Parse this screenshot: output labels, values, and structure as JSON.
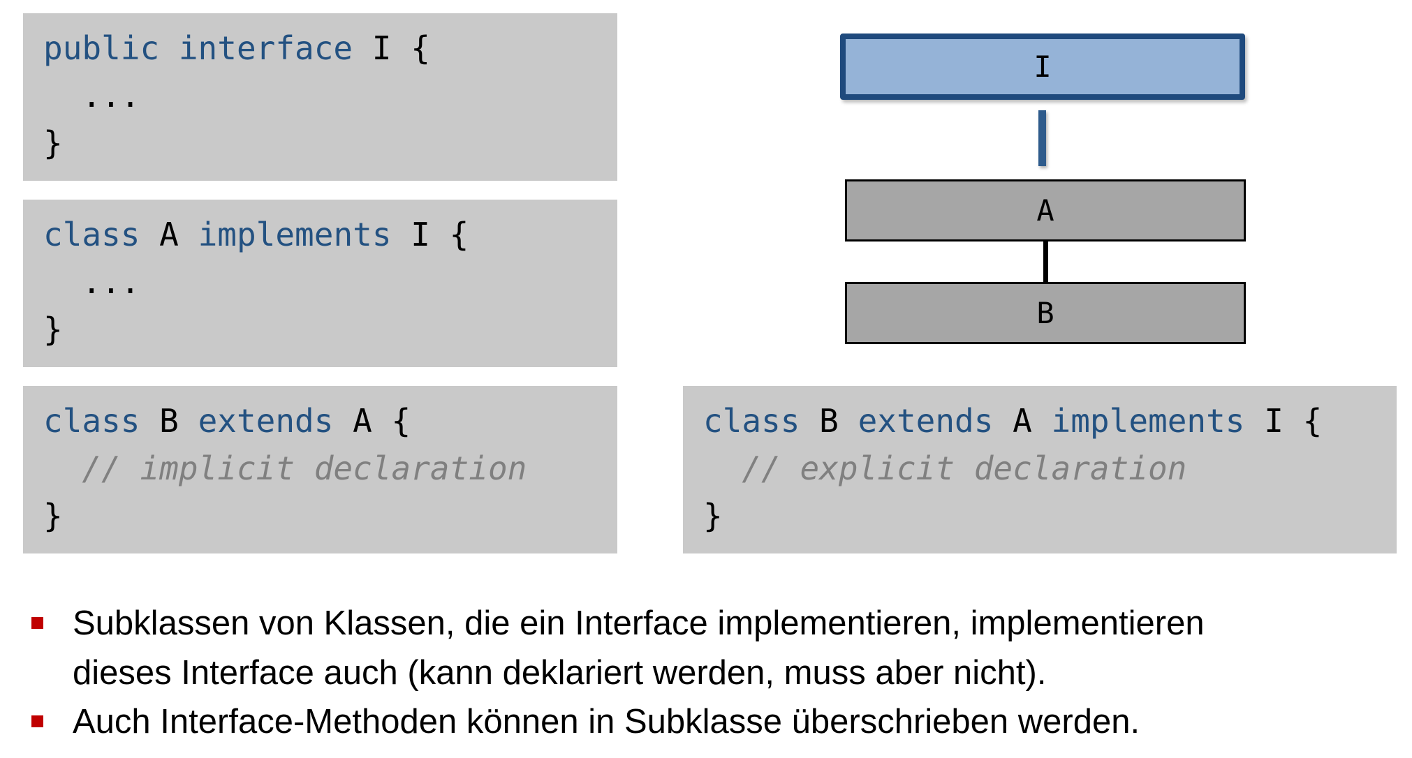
{
  "colors": {
    "keyword_blue": "#235181",
    "comment_gray": "#808080",
    "code_box_bg": "#C9C9C9",
    "class_node_bg": "#A6A6A6",
    "interface_node_bg": "#95B3D7",
    "interface_border_blue": "#1F4A7D",
    "connector_blue": "#2E5B8C",
    "bullet_red": "#C00000"
  },
  "code_boxes": [
    {
      "name": "public-interface-i",
      "lines": [
        {
          "tokens": [
            {
              "text": "public interface",
              "type": "keyword"
            },
            {
              "text": " I {",
              "type": "plain"
            }
          ]
        },
        {
          "tokens": [
            {
              "text": "  ...",
              "type": "plain"
            }
          ]
        },
        {
          "tokens": [
            {
              "text": "}",
              "type": "plain"
            }
          ]
        }
      ]
    },
    {
      "name": "class-a-implements-i",
      "lines": [
        {
          "tokens": [
            {
              "text": "class",
              "type": "keyword"
            },
            {
              "text": " A ",
              "type": "plain"
            },
            {
              "text": "implements",
              "type": "keyword"
            },
            {
              "text": " I {",
              "type": "plain"
            }
          ]
        },
        {
          "tokens": [
            {
              "text": "  ...",
              "type": "plain"
            }
          ]
        },
        {
          "tokens": [
            {
              "text": "}",
              "type": "plain"
            }
          ]
        }
      ]
    },
    {
      "name": "class-b-extends-a",
      "lines": [
        {
          "tokens": [
            {
              "text": "class",
              "type": "keyword"
            },
            {
              "text": " B ",
              "type": "plain"
            },
            {
              "text": "extends",
              "type": "keyword"
            },
            {
              "text": " A {",
              "type": "plain"
            }
          ]
        },
        {
          "tokens": [
            {
              "text": "  // implicit declaration",
              "type": "comment"
            }
          ]
        },
        {
          "tokens": [
            {
              "text": "}",
              "type": "plain"
            }
          ]
        }
      ]
    },
    {
      "name": "class-b-extends-a-implements-i",
      "lines": [
        {
          "tokens": [
            {
              "text": "class",
              "type": "keyword"
            },
            {
              "text": " B ",
              "type": "plain"
            },
            {
              "text": "extends",
              "type": "keyword"
            },
            {
              "text": " A ",
              "type": "plain"
            },
            {
              "text": "implements",
              "type": "keyword"
            },
            {
              "text": " I {",
              "type": "plain"
            }
          ]
        },
        {
          "tokens": [
            {
              "text": "  // explicit declaration",
              "type": "comment"
            }
          ]
        },
        {
          "tokens": [
            {
              "text": "}",
              "type": "plain"
            }
          ]
        }
      ]
    }
  ],
  "diagram": {
    "interface_node": {
      "label": "I"
    },
    "class_a_node": {
      "label": "A"
    },
    "class_b_node": {
      "label": "B"
    }
  },
  "bullets": [
    {
      "lines": [
        "Subklassen von Klassen, die ein Interface implementieren, implementieren",
        "dieses Interface auch (kann deklariert werden, muss aber nicht)."
      ]
    },
    {
      "lines": [
        "Auch Interface-Methoden können in Subklasse überschrieben werden."
      ]
    }
  ]
}
